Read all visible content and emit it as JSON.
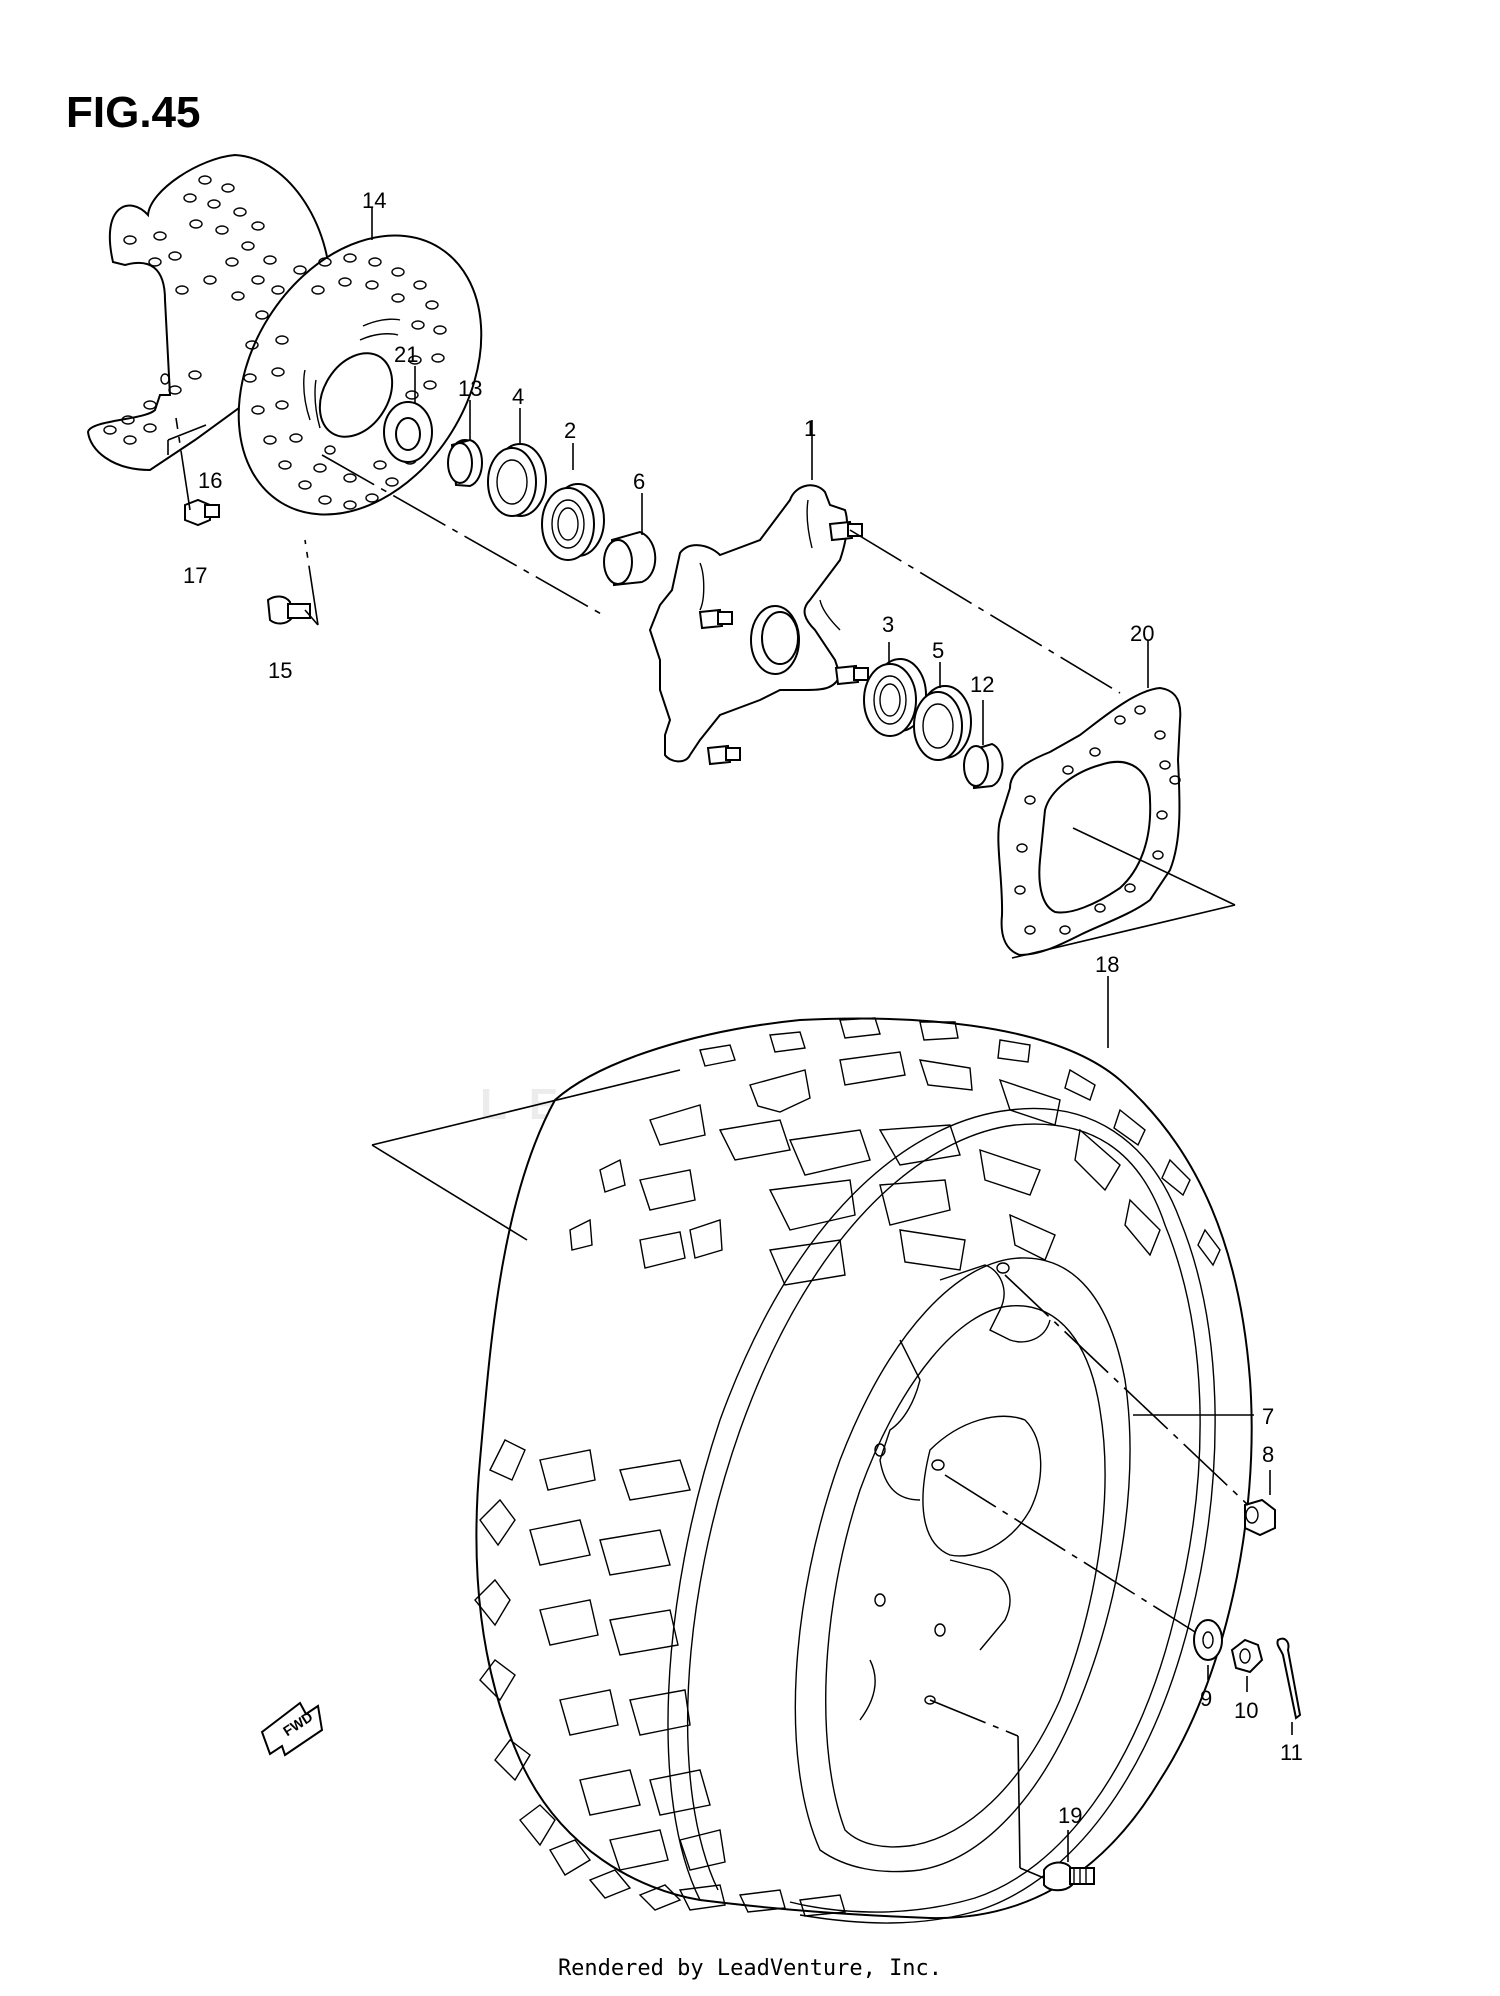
{
  "figure": {
    "title": "FIG.45",
    "footer": "Rendered by LeadVenture, Inc.",
    "watermark": "LEADVENTURE"
  },
  "callouts": [
    {
      "id": "1",
      "label": "1",
      "part": "wheel-hub"
    },
    {
      "id": "2",
      "label": "2",
      "part": "bearing"
    },
    {
      "id": "3",
      "label": "3",
      "part": "bearing"
    },
    {
      "id": "4",
      "label": "4",
      "part": "oil-seal"
    },
    {
      "id": "5",
      "label": "5",
      "part": "oil-seal"
    },
    {
      "id": "6",
      "label": "6",
      "part": "spacer"
    },
    {
      "id": "7",
      "label": "7",
      "part": "wheel-rim"
    },
    {
      "id": "8",
      "label": "8",
      "part": "wheel-nut"
    },
    {
      "id": "9",
      "label": "9",
      "part": "washer"
    },
    {
      "id": "10",
      "label": "10",
      "part": "castle-nut"
    },
    {
      "id": "11",
      "label": "11",
      "part": "cotter-pin"
    },
    {
      "id": "12",
      "label": "12",
      "part": "spacer"
    },
    {
      "id": "13",
      "label": "13",
      "part": "spacer"
    },
    {
      "id": "14",
      "label": "14",
      "part": "brake-disc"
    },
    {
      "id": "15",
      "label": "15",
      "part": "disc-bolt"
    },
    {
      "id": "16",
      "label": "16",
      "part": "disc-cover"
    },
    {
      "id": "17",
      "label": "17",
      "part": "cover-bolt"
    },
    {
      "id": "18",
      "label": "18",
      "part": "tire"
    },
    {
      "id": "19",
      "label": "19",
      "part": "valve"
    },
    {
      "id": "20",
      "label": "20",
      "part": "hub-cover"
    },
    {
      "id": "21",
      "label": "21",
      "part": "spacer"
    }
  ],
  "direction_badge": {
    "label": "FWD",
    "icon": "forward-arrow-icon"
  }
}
